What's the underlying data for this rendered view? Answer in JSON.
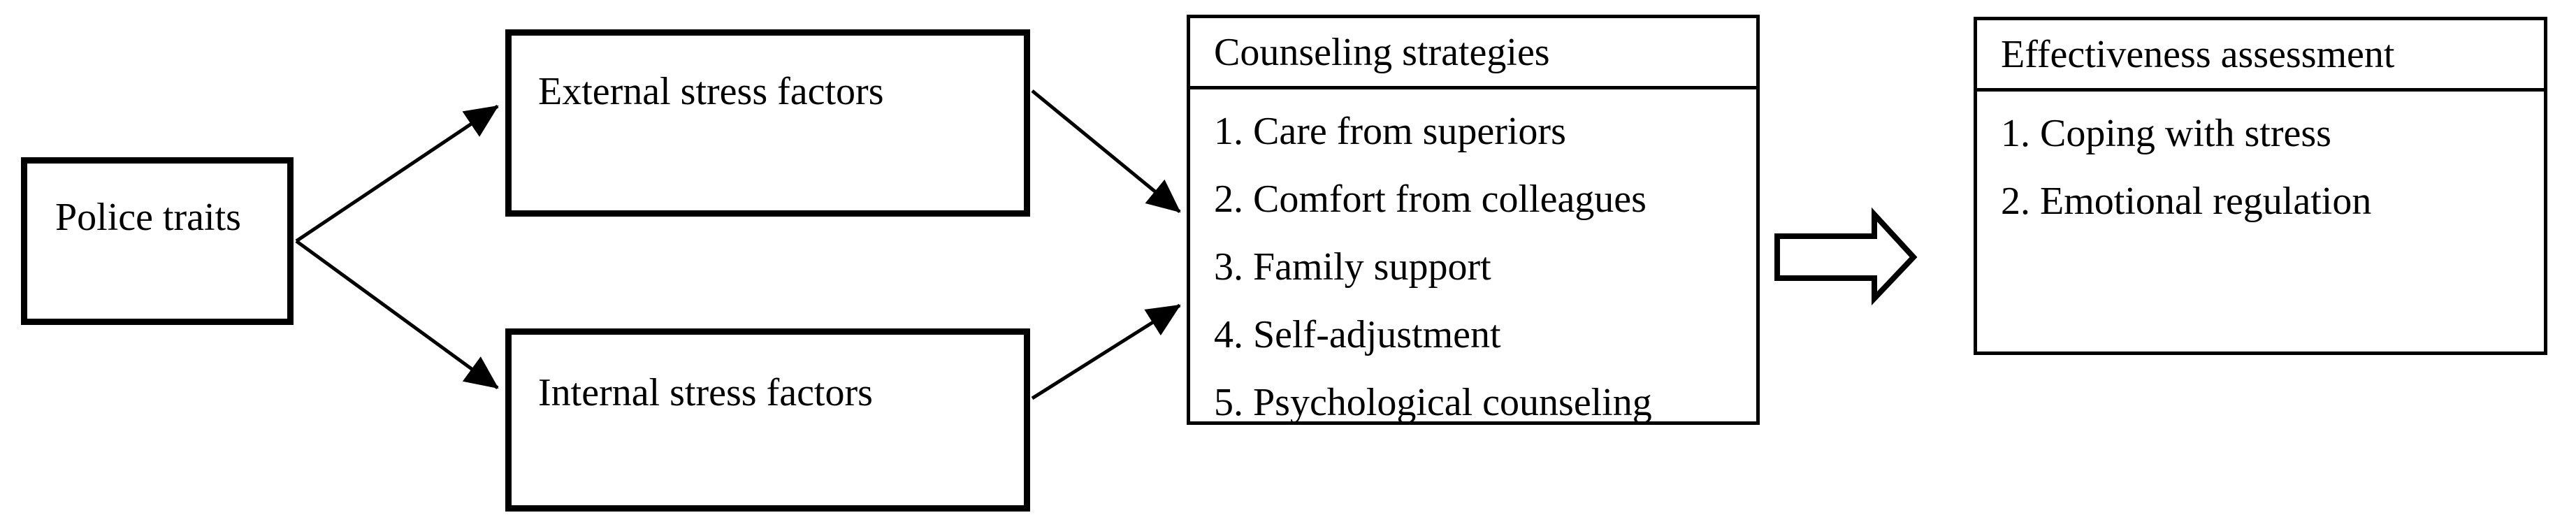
{
  "diagram": {
    "police_box": {
      "label": "Police traits"
    },
    "external_box": {
      "label": "External stress factors"
    },
    "internal_box": {
      "label": "Internal stress factors"
    },
    "counseling_box": {
      "title": "Counseling strategies",
      "items": [
        "1. Care from superiors",
        "2. Comfort from colleagues",
        "3. Family support",
        "4. Self-adjustment",
        "5. Psychological counseling"
      ]
    },
    "effectiveness_box": {
      "title": "Effectiveness assessment",
      "items": [
        "1. Coping with stress",
        "2. Emotional regulation"
      ]
    },
    "connections": [
      {
        "from": "Police traits",
        "to": "External stress factors",
        "style": "thin-arrow"
      },
      {
        "from": "Police traits",
        "to": "Internal stress factors",
        "style": "thin-arrow"
      },
      {
        "from": "External stress factors",
        "to": "Counseling strategies",
        "style": "thin-arrow"
      },
      {
        "from": "Internal stress factors",
        "to": "Counseling strategies",
        "style": "thin-arrow"
      },
      {
        "from": "Counseling strategies",
        "to": "Effectiveness assessment",
        "style": "block-arrow"
      }
    ],
    "colors": {
      "border": "#000000",
      "background": "#ffffff",
      "text": "#000000"
    }
  }
}
